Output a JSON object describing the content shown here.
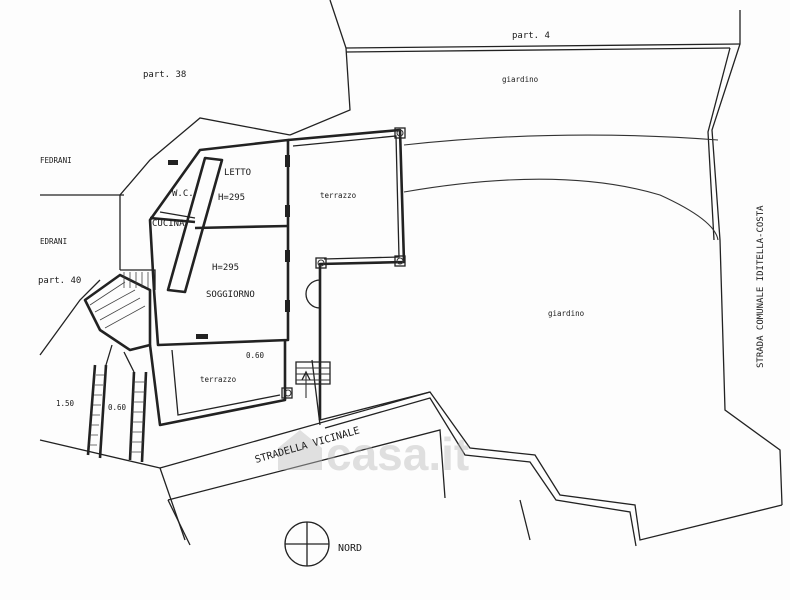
{
  "parcels": {
    "part_4": "part. 4",
    "part_38": "part. 38",
    "part_40": "part. 40",
    "fedrani_top": "FEDRANI",
    "fedrani_mid": "EDRANI"
  },
  "areas": {
    "giardino_top": "giardino",
    "giardino_main": "giardino",
    "terrazzo_upper": "terrazzo",
    "terrazzo_lower": "terrazzo"
  },
  "rooms": {
    "letto": "LETTO",
    "letto_height": "H=295",
    "wc": "W.C.",
    "cucina": "CUCINA",
    "soggiorno_height": "H=295",
    "soggiorno": "SOGGIORNO"
  },
  "dimensions": {
    "d_060_terrazzo": "0.60",
    "d_150": "1.50",
    "d_060_path": "0.60"
  },
  "roads": {
    "stradella": "STRADELLA VICINALE",
    "strada_comunale": "STRADA COMUNALE IDITELLA-COSTA"
  },
  "compass": {
    "label": "NORD"
  },
  "watermark": {
    "text": "casa.it",
    "icon": "house-logo-icon"
  }
}
